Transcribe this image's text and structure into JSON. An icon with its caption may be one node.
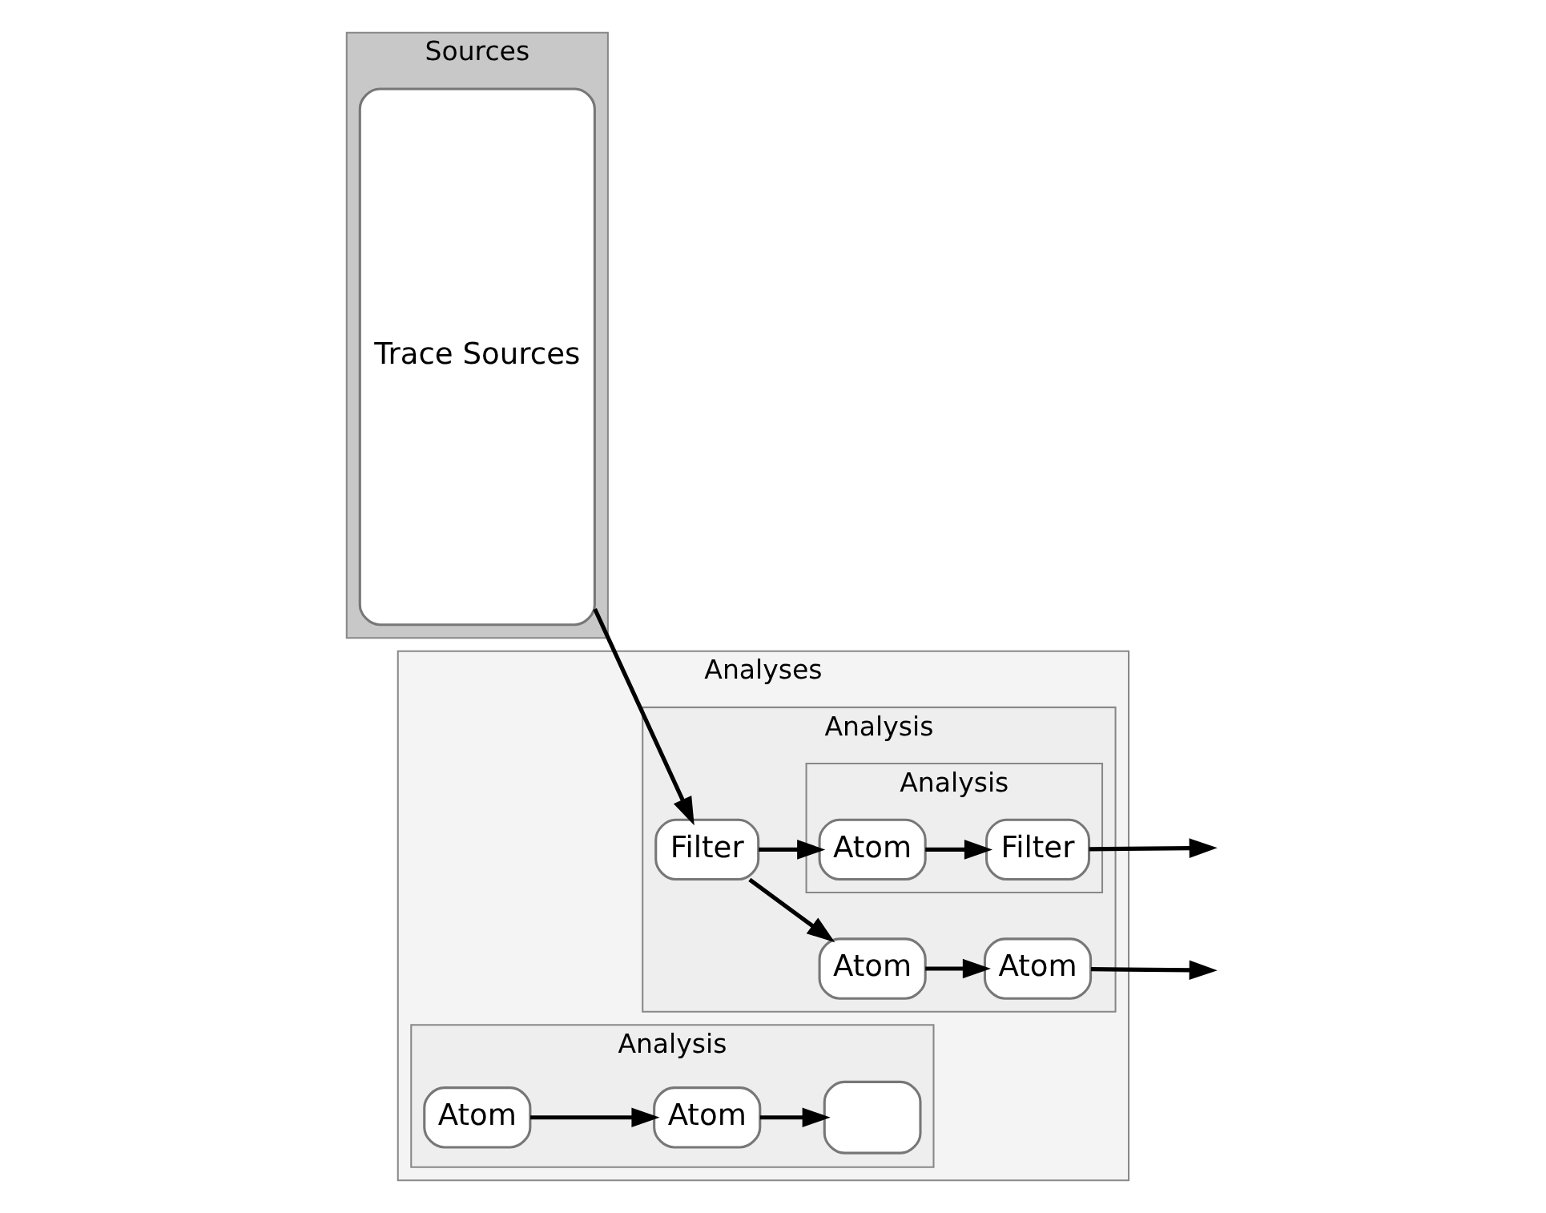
{
  "diagram": {
    "nodes": [
      {
        "text": [
          "Sources"
        ]
      },
      {
        "text": [
          "Trace Sources"
        ],
        "in": 0
      },
      {
        "text": [
          "Analyses"
        ]
      },
      {
        "text": [
          "Analysis"
        ],
        "in": 2
      },
      {
        "text": [
          "Atom"
        ],
        "in": 3
      },
      {
        "text": [
          "Atom"
        ],
        "in": 3
      },
      {
        "text": [],
        "shape": "box",
        "in": 3
      },
      {
        "text": [
          "Analysis"
        ],
        "in": 2
      },
      {
        "text": [
          "Filter"
        ],
        "in": 7
      },
      {
        "text": [
          "Analysis"
        ],
        "in": 7
      },
      {
        "text": [
          "Atom"
        ],
        "in": 9
      },
      {
        "text": [
          "Filter"
        ],
        "in": 9
      },
      {
        "text": [
          "Atom"
        ],
        "in": 7
      },
      {
        "text": [
          "Atom"
        ],
        "in": 7
      }
    ],
    "edges": [
      {
        "from": 1,
        "to": 8,
        "arrow": "to"
      },
      {
        "from": 4,
        "to": 5,
        "arrow": "to"
      },
      {
        "from": 5,
        "to": 6,
        "arrow": "to"
      },
      {
        "from": 8,
        "to": 10,
        "arrow": "to"
      },
      {
        "from": 8,
        "to": 12,
        "arrow": "to"
      },
      {
        "from": 10,
        "to": 11,
        "arrow": "to"
      },
      {
        "from": 11,
        "to": null,
        "arrow": "to"
      },
      {
        "from": 12,
        "to": 13,
        "arrow": "to"
      },
      {
        "from": 13,
        "to": null,
        "arrow": "to"
      }
    ]
  }
}
